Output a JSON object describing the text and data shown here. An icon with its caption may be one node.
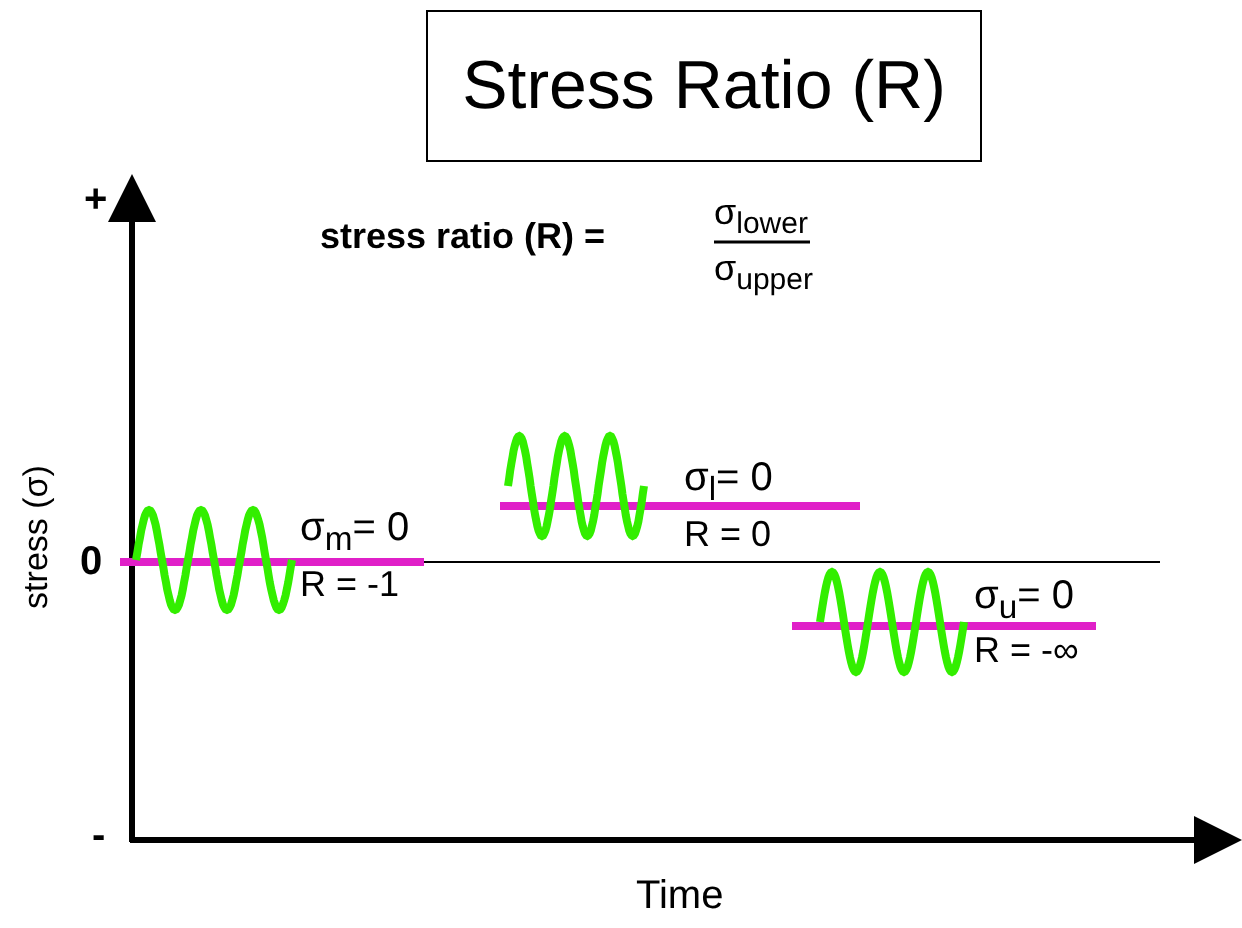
{
  "diagram": {
    "title": "Stress Ratio (R)",
    "labels": [
      "+",
      "stress ratio (R) =",
      "σ$_{lower}$",
      "σ$_{upper}$",
      "σ$_{l}$= 0",
      "R = 0",
      "0",
      "stress (σ)",
      "σ$_{m}$= 0",
      "R = -1",
      "σ$_{u}$= 0",
      "R = -∞",
      "-",
      "Time"
    ]
  }
}
